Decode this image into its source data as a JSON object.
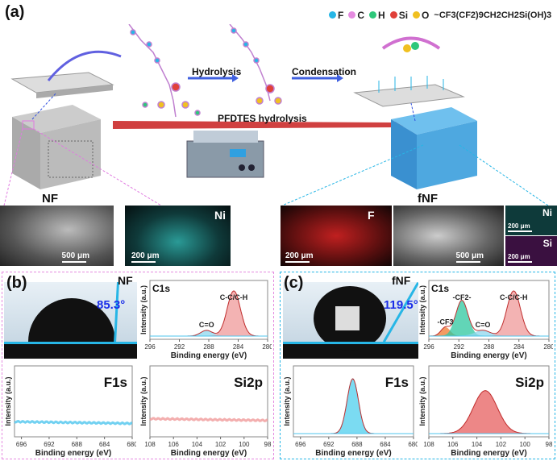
{
  "panel_a": {
    "label": "(a)",
    "legend": [
      {
        "symbol": "F",
        "color": "#27b6e6"
      },
      {
        "symbol": "C",
        "color": "#e58be0"
      },
      {
        "symbol": "H",
        "color": "#2ec77a"
      },
      {
        "symbol": "Si",
        "color": "#e0403a"
      },
      {
        "symbol": "O",
        "color": "#f0c020"
      }
    ],
    "formula": "CF3(CF2)9CH2CH2Si(OH)3",
    "step1": "Hydrolysis",
    "step2": "Condensation",
    "process": "PFDTES  hydrolysis",
    "nf_label": "NF",
    "fnf_label": "fNF",
    "images": [
      {
        "name": "nf-sem",
        "scale": "500 μm"
      },
      {
        "name": "nf-ni-map",
        "element": "Ni",
        "scale": "200 μm"
      },
      {
        "name": "fnf-f-map",
        "element": "F",
        "scale": "200 μm"
      },
      {
        "name": "fnf-sem",
        "scale": "500 μm"
      },
      {
        "name": "fnf-ni-map",
        "element": "Ni",
        "scale": "200 μm"
      },
      {
        "name": "fnf-si-map",
        "element": "Si",
        "scale": "200 μm"
      }
    ]
  },
  "panel_b": {
    "label": "(b)",
    "sample": "NF",
    "contact_angle": "85.3°"
  },
  "panel_c": {
    "label": "(c)",
    "sample": "fNF",
    "contact_angle": "119.5°"
  },
  "chart_data": [
    {
      "id": "b-c1s",
      "type": "line",
      "title": "C1s",
      "xlabel": "Binding energy (eV)",
      "ylabel": "Intensity (a.u.)",
      "xlim": [
        296,
        280
      ],
      "xticks": [
        296,
        292,
        288,
        284,
        280
      ],
      "peaks": [
        {
          "name": "C=O",
          "center": 288.3,
          "amp": 0.12,
          "width": 0.8,
          "color": "#8fd8ee"
        },
        {
          "name": "C-C/C-H",
          "center": 284.6,
          "amp": 0.95,
          "width": 0.9,
          "color": "#f09a9a"
        }
      ],
      "annotations": [
        "C=O",
        "C-C/C-H"
      ]
    },
    {
      "id": "b-f1s",
      "type": "line",
      "title": "F1s",
      "xlabel": "Binding energy (eV)",
      "ylabel": "Intensity (a.u.)",
      "xlim": [
        697,
        680
      ],
      "xticks": [
        696,
        692,
        688,
        684,
        680
      ],
      "flat_level": 0.2,
      "line_color": "#4fc6ee",
      "peaks": []
    },
    {
      "id": "b-si2p",
      "type": "line",
      "title": "Si2p",
      "xlabel": "Binding energy (eV)",
      "ylabel": "Intensity (a.u.)",
      "xlim": [
        108,
        98
      ],
      "xticks": [
        108,
        106,
        104,
        102,
        100,
        98
      ],
      "flat_level": 0.25,
      "line_color": "#f09a9a",
      "peaks": []
    },
    {
      "id": "c-c1s",
      "type": "line",
      "title": "C1s",
      "xlabel": "Binding energy (eV)",
      "ylabel": "Intensity (a.u.)",
      "xlim": [
        296,
        280
      ],
      "xticks": [
        296,
        292,
        288,
        284,
        280
      ],
      "peaks": [
        {
          "name": "-CF3",
          "center": 293.8,
          "amp": 0.18,
          "width": 0.6,
          "color": "#f07a30"
        },
        {
          "name": "-CF2-",
          "center": 291.6,
          "amp": 0.75,
          "width": 0.8,
          "color": "#2ec7a0"
        },
        {
          "name": "C=O",
          "center": 288.8,
          "amp": 0.12,
          "width": 1.0,
          "color": "#8fd8ee"
        },
        {
          "name": "C-C/C-H",
          "center": 284.7,
          "amp": 0.95,
          "width": 0.9,
          "color": "#f09a9a"
        }
      ],
      "annotations": [
        "-CF3",
        "-CF2-",
        "C=O",
        "C-C/C-H"
      ]
    },
    {
      "id": "c-f1s",
      "type": "line",
      "title": "F1s",
      "xlabel": "Binding energy (eV)",
      "ylabel": "Intensity (a.u.)",
      "xlim": [
        697,
        680
      ],
      "xticks": [
        696,
        692,
        688,
        684,
        680
      ],
      "peaks": [
        {
          "name": "F1s",
          "center": 688.6,
          "amp": 0.92,
          "width": 0.8,
          "color": "#4fd0ee"
        }
      ]
    },
    {
      "id": "c-si2p",
      "type": "line",
      "title": "Si2p",
      "xlabel": "Binding energy (eV)",
      "ylabel": "Intensity (a.u.)",
      "xlim": [
        108,
        98
      ],
      "xticks": [
        108,
        106,
        104,
        102,
        100,
        98
      ],
      "peaks": [
        {
          "name": "Si2p",
          "center": 103.3,
          "amp": 0.72,
          "width": 1.0,
          "color": "#e86060"
        }
      ]
    }
  ]
}
